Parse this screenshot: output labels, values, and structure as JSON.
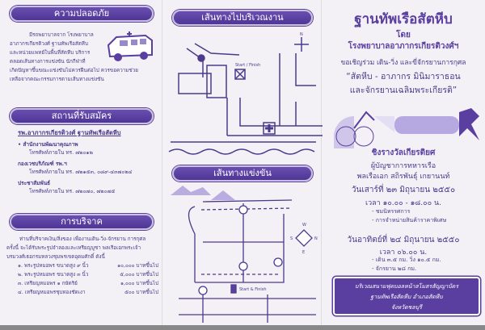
{
  "safety": {
    "title": "ความปลอดภัย",
    "lines": [
      "มีรถพยาบาลจาก โรงพยาบาล",
      "อาภากรเกียรติวงศ์ ฐานทัพเรือสัตหีบ",
      "และหน่วยแพทย์ในพื้นที่สัตหีบ บริการ",
      "ตลอดเส้นทางการแข่งขัน นักกีฬาที่",
      "เกิดปัญหาขึ้นขณะแข่งขันไม่ควรฝืนต่อไป ควรขอความช่วย",
      "เหลือจากคณะกรรมการตามเส้นทางแข่งขัน"
    ]
  },
  "registration": {
    "title": "สถานที่รับสมัคร",
    "hospital": "รพ.อาภากรเกียรติวงศ์ ฐานทัพเรือสัตหีบ",
    "items": [
      {
        "name": "สำนักงานพัฒนาคุณภาพ",
        "phone": "โทรศัพท์ภายใน ทร. ๗๒๐๑๒"
      },
      {
        "name": "กองเวชบริภัณฑ์ รพ.ฯ",
        "phone": "โทรศัพท์ภายใน ทร. ๗๒๑๕๓, ๐๘๙-๔๓๗๐๒๔"
      },
      {
        "name": "ประชาสัมพันธ์",
        "phone": "โทรศัพท์ภายใน ทร. ๗๒๐๗๐, ๗๒๐๗๕"
      }
    ]
  },
  "donation": {
    "title": "การบริจาค",
    "intro": [
      "ท่านที่บริจาคเงิน/สิ่งของ เพื่องานเดิน-วิ่ง-จักรยาน การกุศล",
      "ครั้งนี้ จะได้รับพระรูปจำลองและเหรียญบูชา พลเรือเอกพระเจ้า",
      "บรมวงศ์เธอกรมหลวงชุมพรเขตอุดมศักดิ์ ดังนี้"
    ],
    "items": [
      {
        "item": "๑. พระรูปหมอพร ขนาดสูง ๙ นิ้ว",
        "amount": "๑๐,๐๐๐ บาทขึ้นไป"
      },
      {
        "item": "๒. พระรูปหมอพร ขนาดสูง ๓ นิ้ว",
        "amount": "๕,๐๐๐ บาทขึ้นไป"
      },
      {
        "item": "๓. เหรียญหมอพร ๑ กษัตริย์",
        "amount": "๑,๐๐๐ บาทขึ้นไป"
      },
      {
        "item": "๔. เหรียญหมอพรชุบทองชัดเงา",
        "amount": "๕๐๐ บาทขึ้นไป"
      }
    ]
  },
  "route_map": {
    "title": "เส้นทางไปบริเวณงาน",
    "start_finish": "Start / Finish",
    "compass": "N"
  },
  "race_map": {
    "title": "เส้นทางแข่งขัน",
    "start_finish": "Start & Finish",
    "compass": [
      "W",
      "S",
      "N",
      "E"
    ]
  },
  "cover": {
    "title": "ฐานทัพเรือสัตหีบ",
    "by": "โดย",
    "org": "โรงพยาบาลอาภากรเกียรติวงศ์ฯ",
    "invite": "ขอเชิญร่วม เดิน-วิ่ง และขี่จักรยานการกุศล",
    "event1": "“สัตหีบ - อาภากร มินิมาราธอน",
    "event2": "และจักรยานเฉลิมพระเกียรติ”",
    "prize": "ชิงรางวัลเกียรติยศ",
    "commander": "ผู้บัญชาการทหารเรือ",
    "commander_name": "พลเรือเอก สถิรพันธุ์ เกยานนท์",
    "day1": {
      "date": "วันเสาร์ที่ ๒๓ มิถุนายน ๒๕๕๐",
      "time": "เวลา ๑๐.๐๐ - ๑๘.๐๐ น.",
      "items": [
        "- ชมนิทรรศการ",
        "- การจำหน่ายสินค้าราคาพิเศษ"
      ]
    },
    "day2": {
      "date": "วันอาทิตย์ที่ ๒๔ มิถุนายน ๒๕๕๐",
      "time": "เวลา ๐๖.๐๐ น.",
      "items": [
        "- เดิน ๓.๕ กม. วิ่ง ๑๐.๕ กม.",
        "- จักรยาน ๒๘ กม."
      ]
    },
    "venue": [
      "บริเวณสนามฟุตบอลหน้าสโมสรสัญญาบัตร",
      "ฐานทัพเรือสัตหีบ อำเภอสัตหีบ",
      "จังหวัดชลบุรี"
    ]
  },
  "colors": {
    "purple": "#5a3fa0",
    "text": "#4b3a8c"
  }
}
